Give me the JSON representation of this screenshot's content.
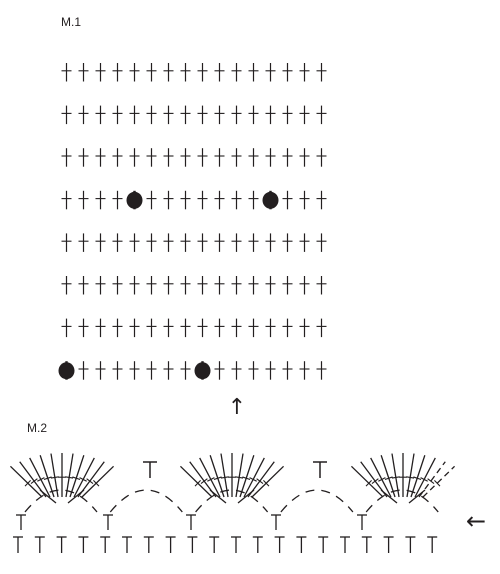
{
  "charts": {
    "m1": {
      "label": "M.1",
      "columns": 16,
      "rows": 8,
      "stitch": "double-crochet",
      "bobbles": [
        {
          "row": 4,
          "col": 5
        },
        {
          "row": 4,
          "col": 13
        },
        {
          "row": 8,
          "col": 1
        },
        {
          "row": 8,
          "col": 9
        }
      ]
    },
    "m2": {
      "label": "M.2",
      "base_row_stitches": 20,
      "repeats": 3
    }
  },
  "arrows": {
    "work_up": "↑",
    "work_left": "←"
  },
  "colors": {
    "ink": "#231f20",
    "background": "#ffffff"
  }
}
